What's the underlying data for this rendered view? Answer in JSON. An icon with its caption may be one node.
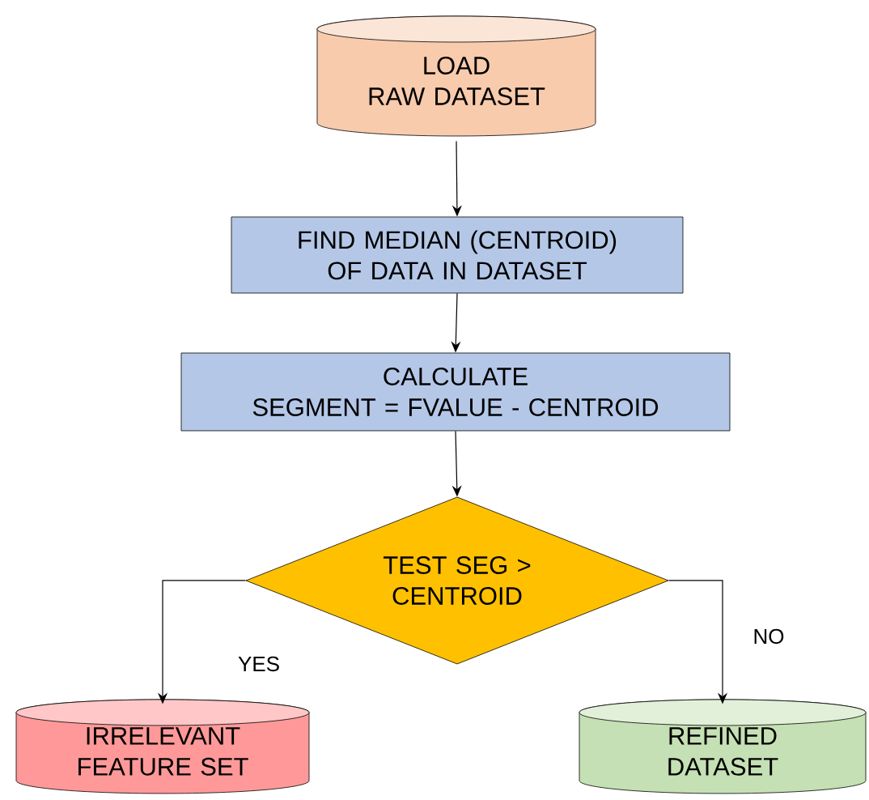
{
  "diagram": {
    "nodes": [
      {
        "text": [
          "LOAD",
          "RAW DATASET"
        ]
      },
      {
        "text": [
          "FIND MEDIAN (CENTROID) OF DATA IN DATASET"
        ]
      },
      {
        "text": [
          "CALCULATE",
          "SEGMENT = FVALUE - CENTROID"
        ]
      },
      {
        "text": [
          "TEST SEG > CENTROID"
        ]
      },
      {
        "text": [
          "IRRELEVANT FEATURE SET"
        ]
      },
      {
        "text": [
          "REFINED DATASET"
        ]
      }
    ],
    "edges": [
      {
        "from": 0,
        "to": 1,
        "arrow": "to"
      },
      {
        "from": 1,
        "to": 2,
        "arrow": "to"
      },
      {
        "from": 2,
        "to": 3,
        "arrow": "to"
      },
      {
        "from": 3,
        "to": 4,
        "arrow": "to",
        "label": "YES"
      },
      {
        "from": 3,
        "to": 5,
        "arrow": "to",
        "label": "NO"
      }
    ]
  }
}
